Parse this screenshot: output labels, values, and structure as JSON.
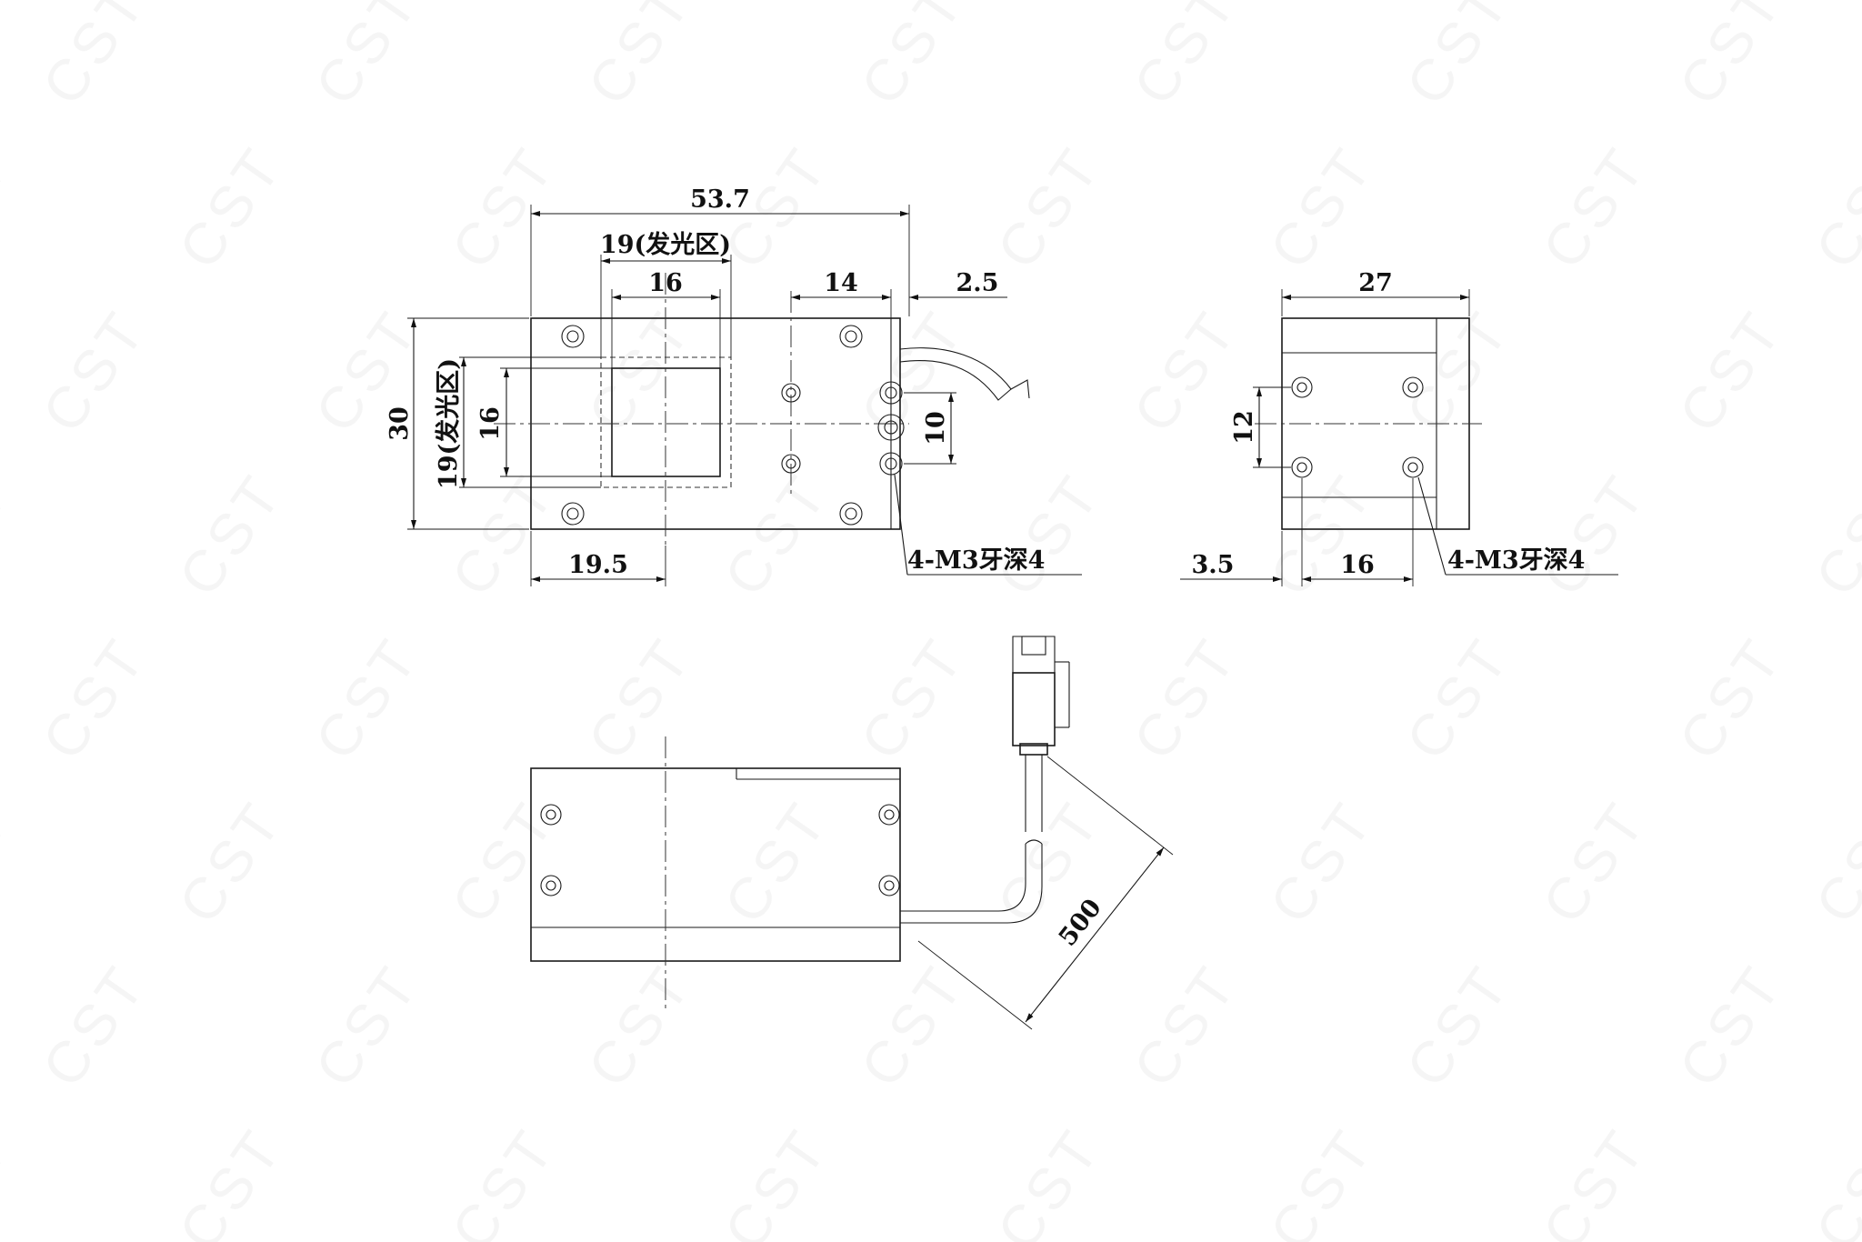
{
  "watermark": {
    "text": "CST"
  },
  "front_view": {
    "width": "53.7",
    "emitting_zone_width": "19(发光区)",
    "window_width": "16",
    "hole_spacing": "14",
    "edge_offset": "2.5",
    "height": "30",
    "emitting_zone_height": "19(发光区)",
    "window_height": "16",
    "connector_spacing": "10",
    "center_offset": "19.5",
    "thread_note": "4-M3牙深4"
  },
  "side_view": {
    "width": "27",
    "hole_spacing_v": "12",
    "edge_offset": "3.5",
    "hole_spacing_h": "16",
    "thread_note": "4-M3牙深4"
  },
  "bottom_view": {
    "cable_length": "500"
  }
}
